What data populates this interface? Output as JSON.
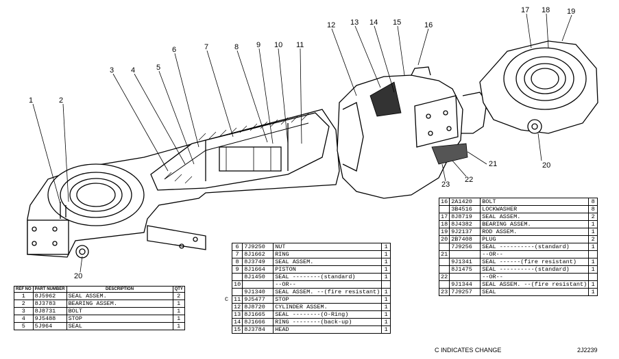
{
  "callouts": [
    "1",
    "2",
    "3",
    "4",
    "5",
    "6",
    "7",
    "8",
    "9",
    "10",
    "11",
    "12",
    "13",
    "14",
    "15",
    "16",
    "17",
    "18",
    "19",
    "20",
    "20",
    "21",
    "22",
    "23"
  ],
  "table1": {
    "headers": [
      "REF NO",
      "PART NUMBER",
      "DESCRIPTION",
      "QTY"
    ],
    "rows": [
      {
        "ref": "1",
        "pn": "8J5962",
        "desc": "SEAL ASSEM.",
        "qty": "2"
      },
      {
        "ref": "2",
        "pn": "8J3783",
        "desc": "BEARING ASSEM.",
        "qty": "1"
      },
      {
        "ref": "3",
        "pn": "8J8731",
        "desc": "BOLT",
        "qty": "1"
      },
      {
        "ref": "4",
        "pn": "9J5488",
        "desc": "STOP",
        "qty": "1"
      },
      {
        "ref": "5",
        "pn": "5J964",
        "desc": "SEAL",
        "qty": "1"
      }
    ]
  },
  "table2": {
    "rows": [
      {
        "c": "",
        "ref": "6",
        "pn": "7J9250",
        "desc": "NUT",
        "qty": "1"
      },
      {
        "c": "",
        "ref": "7",
        "pn": "8J1662",
        "desc": "RING",
        "qty": "1"
      },
      {
        "c": "",
        "ref": "8",
        "pn": "8J3749",
        "desc": "SEAL ASSEM.",
        "qty": "1"
      },
      {
        "c": "",
        "ref": "9",
        "pn": "8J1664",
        "desc": "PISTON",
        "qty": "1"
      },
      {
        "c": "",
        "ref": "",
        "pn": "8J1450",
        "desc": "SEAL --------(standard)",
        "qty": "1"
      },
      {
        "c": "",
        "ref": "10",
        "pn": "",
        "desc": "--OR--",
        "qty": ""
      },
      {
        "c": "",
        "ref": "",
        "pn": "9J1340",
        "desc": "SEAL ASSEM. --(fire resistant)",
        "qty": "1"
      },
      {
        "c": "C",
        "ref": "11",
        "pn": "9J5477",
        "desc": "STOP",
        "qty": "1"
      },
      {
        "c": "",
        "ref": "12",
        "pn": "8J8720",
        "desc": "CYLINDER ASSEM.",
        "qty": "1"
      },
      {
        "c": "",
        "ref": "13",
        "pn": "8J1665",
        "desc": "SEAL --------(O-Ring)",
        "qty": "1"
      },
      {
        "c": "",
        "ref": "14",
        "pn": "8J1666",
        "desc": "RING --------(back-up)",
        "qty": "1"
      },
      {
        "c": "",
        "ref": "15",
        "pn": "8J3784",
        "desc": "HEAD",
        "qty": "1"
      }
    ]
  },
  "table3": {
    "rows": [
      {
        "ref": "16",
        "pn": "2A1420",
        "desc": "BOLT",
        "qty": "8"
      },
      {
        "ref": "",
        "pn": "3B4516",
        "desc": "LOCKWASHER",
        "qty": "8"
      },
      {
        "ref": "17",
        "pn": "8J8719",
        "desc": "SEAL ASSEM.",
        "qty": "2"
      },
      {
        "ref": "18",
        "pn": "8J4382",
        "desc": "BEARING ASSEM.",
        "qty": "1"
      },
      {
        "ref": "19",
        "pn": "9J2137",
        "desc": "ROD ASSEM.",
        "qty": "1"
      },
      {
        "ref": "20",
        "pn": "2B7408",
        "desc": "PLUG",
        "qty": "2"
      },
      {
        "ref": "",
        "pn": "7J9256",
        "desc": "SEAL ----------(standard)",
        "qty": "1"
      },
      {
        "ref": "21",
        "pn": "",
        "desc": "--OR--",
        "qty": ""
      },
      {
        "ref": "",
        "pn": "9J1341",
        "desc": "SEAL ------(fire resistant)",
        "qty": "1"
      },
      {
        "ref": "",
        "pn": "8J1475",
        "desc": "SEAL ----------(standard)",
        "qty": "1"
      },
      {
        "ref": "22",
        "pn": "",
        "desc": "--OR--",
        "qty": ""
      },
      {
        "ref": "",
        "pn": "9J1344",
        "desc": "SEAL ASSEM. --(fire resistant)",
        "qty": "1"
      },
      {
        "ref": "23",
        "pn": "7J9257",
        "desc": "SEAL",
        "qty": "1"
      }
    ]
  },
  "footer": {
    "change_note": "C INDICATES CHANGE",
    "drawing_no": "2J2239"
  }
}
